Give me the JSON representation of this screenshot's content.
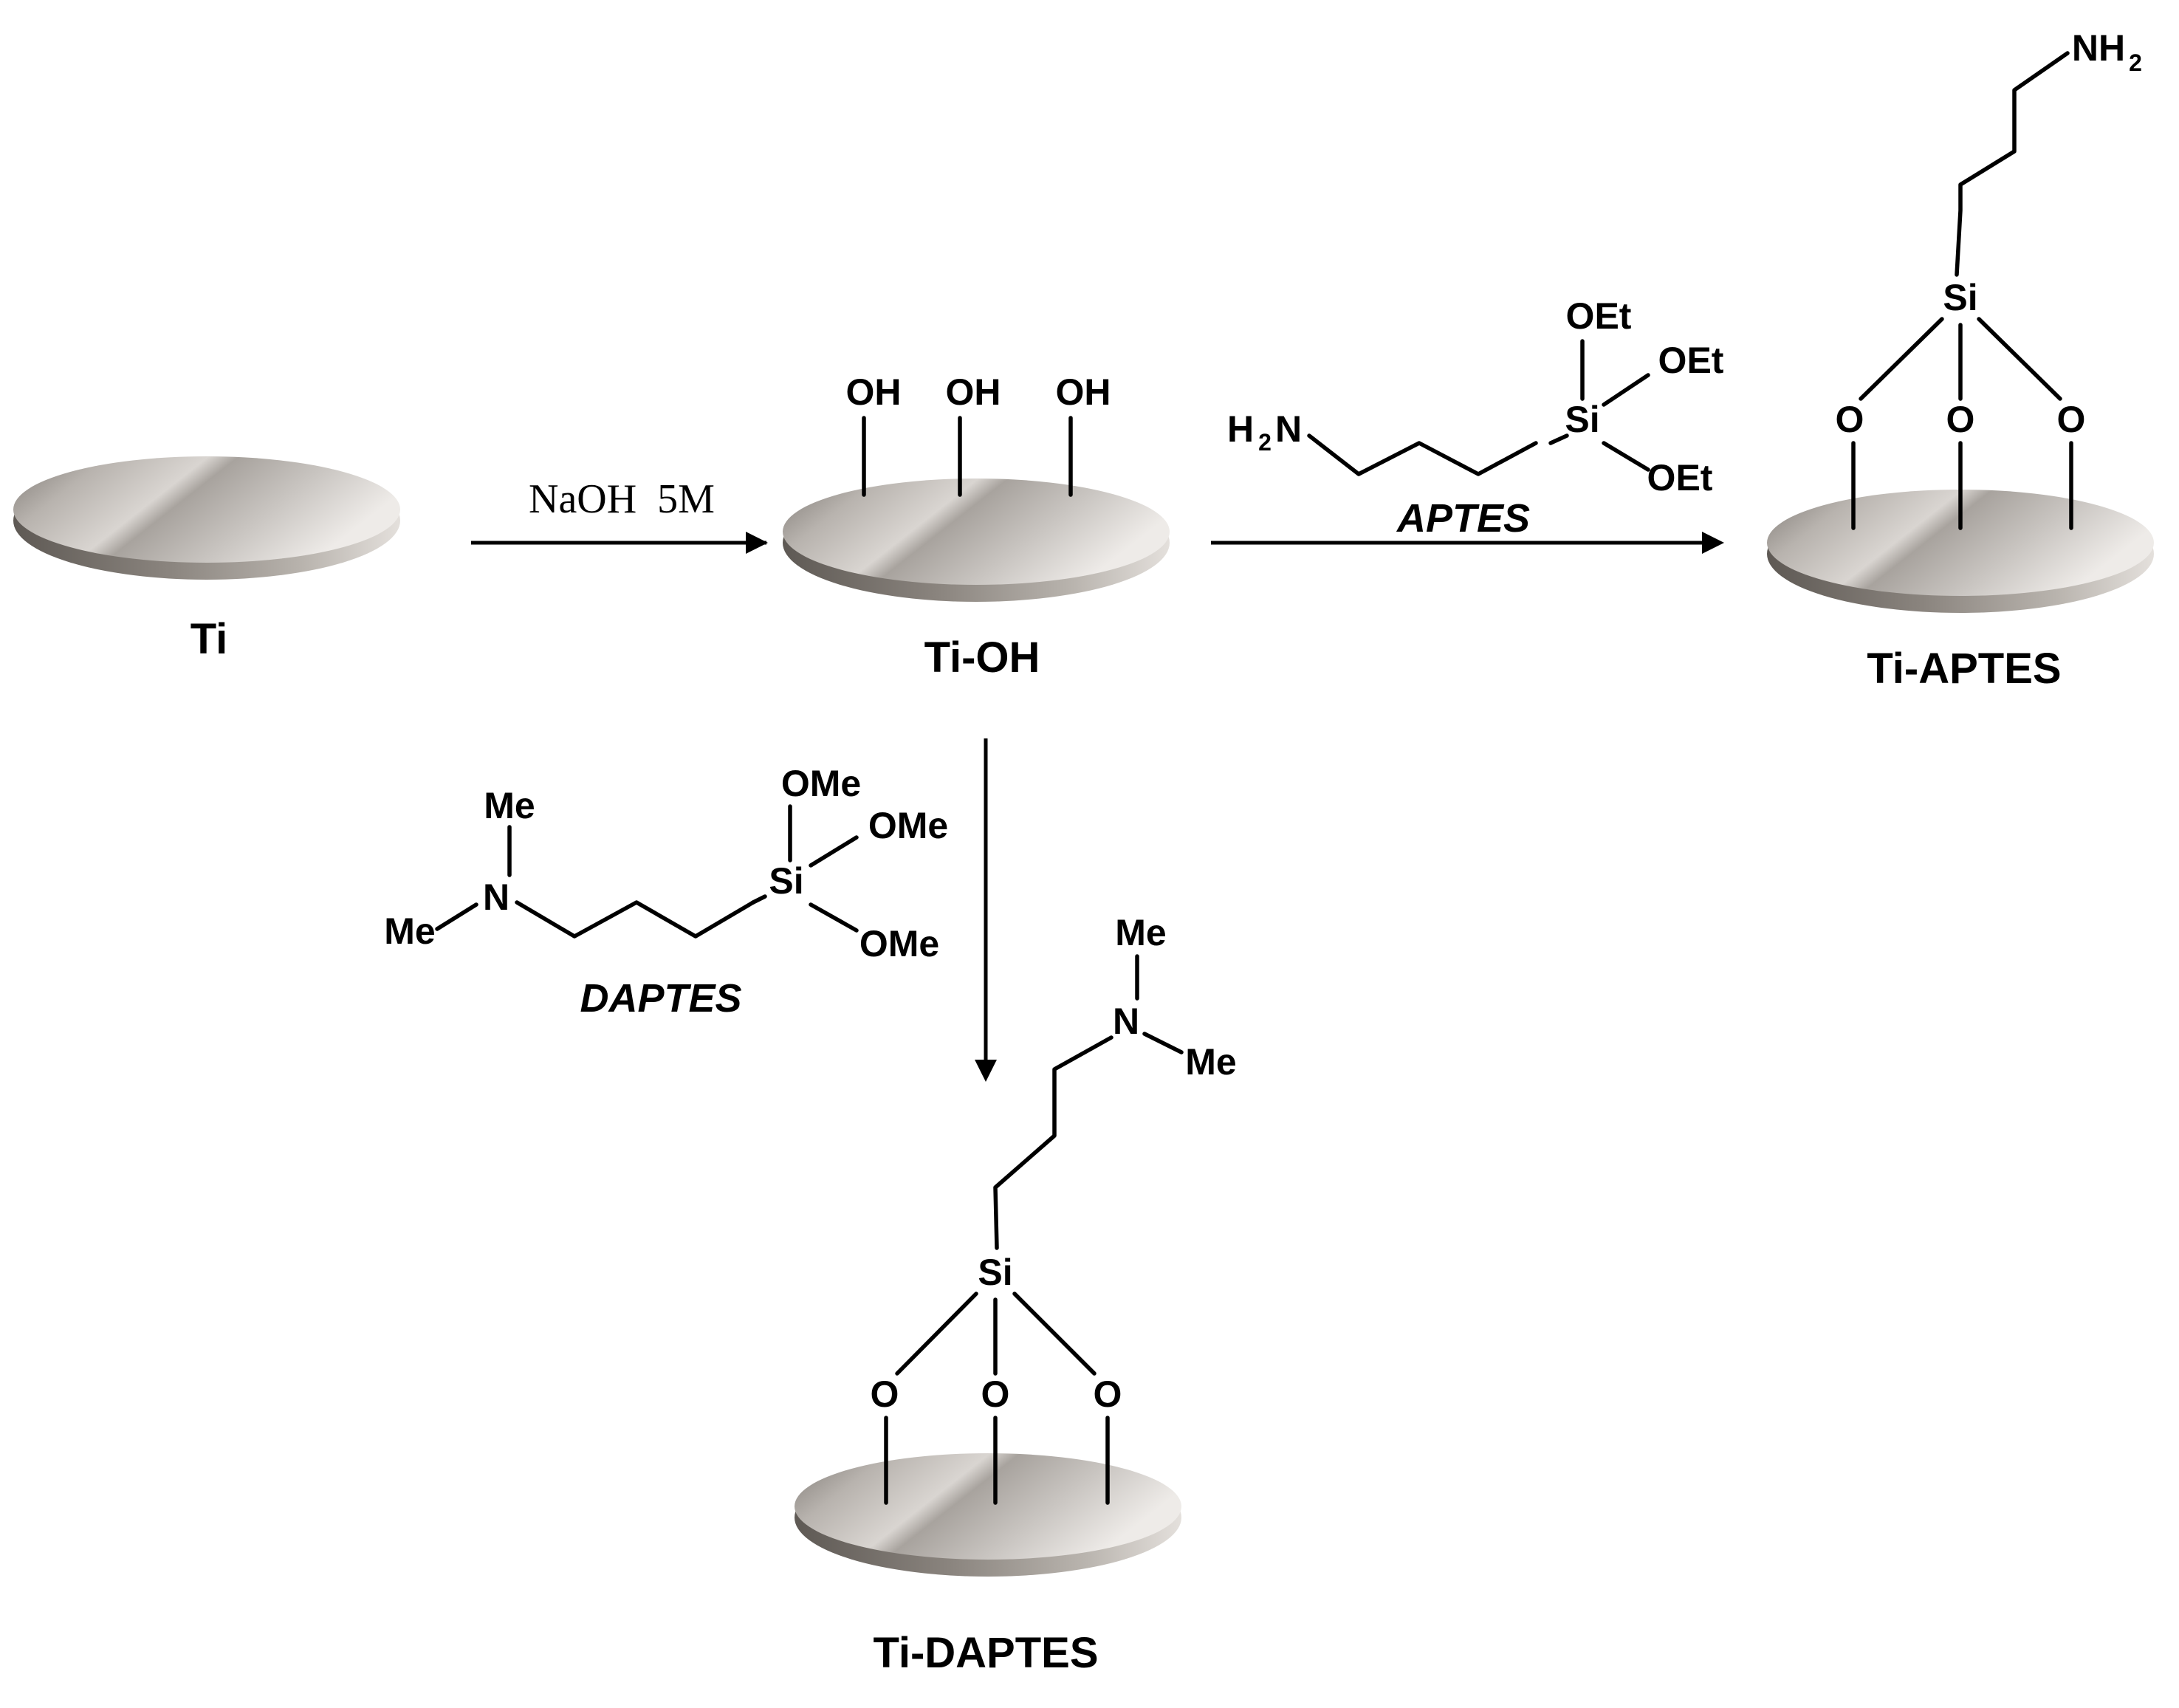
{
  "labels": {
    "ti": "Ti",
    "ti_oh": "Ti-OH",
    "ti_aptes": "Ti-APTES",
    "ti_daptes": "Ti-DAPTES"
  },
  "reagents": {
    "naoh": "NaOH  5M",
    "aptes": "APTES",
    "daptes": "DAPTES"
  },
  "atoms": {
    "oh": "OH",
    "o": "O",
    "si": "Si",
    "oet": "OEt",
    "ome": "OMe",
    "me": "Me",
    "n": "N",
    "h2n_h": "H",
    "h2n_2": "2",
    "h2n_n": "N",
    "nh2_nh": "NH",
    "nh2_2": "2"
  },
  "colors": {
    "disk_light": "#e9e6e3",
    "disk_mid": "#a39e99",
    "disk_dark": "#6f6a65",
    "ink": "#000000"
  }
}
